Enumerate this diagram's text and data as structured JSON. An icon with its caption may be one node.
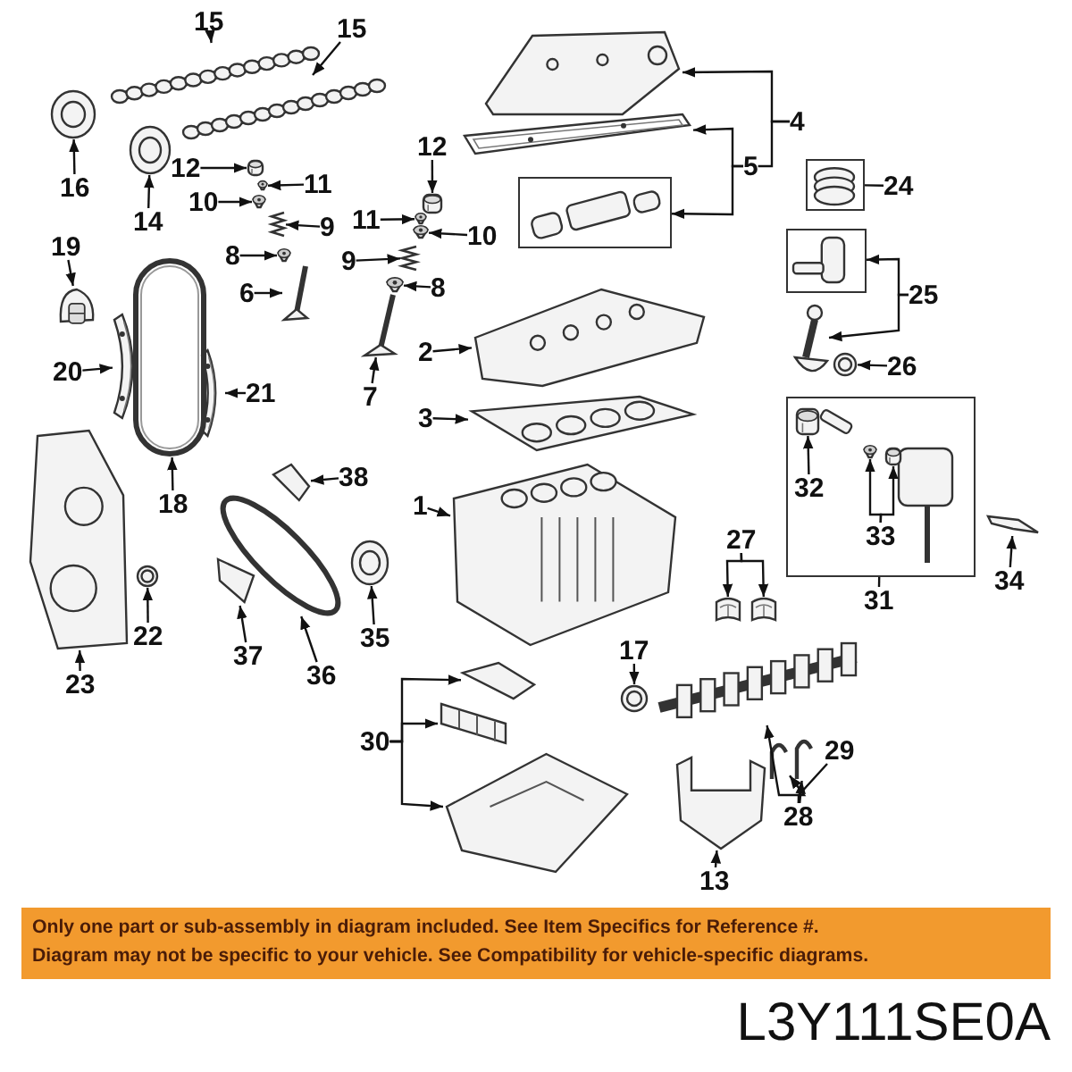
{
  "diagram": {
    "nodes": [
      {
        "text": [
          "15"
        ]
      },
      {
        "text": [],
        "shape": "picture"
      },
      {
        "text": [
          "15"
        ]
      },
      {
        "text": [],
        "shape": "picture"
      },
      {
        "text": [
          "16"
        ]
      },
      {
        "text": [],
        "shape": "picture"
      },
      {
        "text": [
          "14"
        ]
      },
      {
        "text": [],
        "shape": "picture"
      },
      {
        "text": [
          "12"
        ]
      },
      {
        "text": [],
        "shape": "picture"
      },
      {
        "text": [
          "11"
        ]
      },
      {
        "text": [],
        "shape": "picture"
      },
      {
        "text": [
          "10"
        ]
      },
      {
        "text": [],
        "shape": "picture"
      },
      {
        "text": [
          "9"
        ]
      },
      {
        "text": [],
        "shape": "picture"
      },
      {
        "text": [
          "8"
        ]
      },
      {
        "text": [],
        "shape": "picture"
      },
      {
        "text": [
          "6"
        ]
      },
      {
        "text": [],
        "shape": "picture"
      },
      {
        "text": [
          "12"
        ]
      },
      {
        "text": [],
        "shape": "picture"
      },
      {
        "text": [
          "11"
        ]
      },
      {
        "text": [],
        "shape": "picture"
      },
      {
        "text": [
          "10"
        ]
      },
      {
        "text": [],
        "shape": "picture"
      },
      {
        "text": [
          "9"
        ]
      },
      {
        "text": [],
        "shape": "picture"
      },
      {
        "text": [
          "8"
        ]
      },
      {
        "text": [],
        "shape": "picture"
      },
      {
        "text": [
          "7"
        ]
      },
      {
        "text": [],
        "shape": "picture"
      },
      {
        "text": [
          "19"
        ]
      },
      {
        "text": [],
        "shape": "picture"
      },
      {
        "text": [
          "20"
        ]
      },
      {
        "text": [],
        "shape": "picture"
      },
      {
        "text": [
          "21"
        ]
      },
      {
        "text": [],
        "shape": "picture"
      },
      {
        "text": [
          "18"
        ]
      },
      {
        "text": [],
        "shape": "picture"
      },
      {
        "text": [
          "4"
        ]
      },
      {
        "text": [],
        "shape": "picture"
      },
      {
        "text": [
          "5"
        ]
      },
      {
        "text": [],
        "shape": "picture"
      },
      {
        "text": [],
        "shape": "box"
      },
      {
        "text": [
          "24"
        ]
      },
      {
        "text": [],
        "shape": "box"
      },
      {
        "text": [
          "25"
        ]
      },
      {
        "text": [],
        "shape": "box"
      },
      {
        "text": [],
        "shape": "picture"
      },
      {
        "text": [
          "26"
        ]
      },
      {
        "text": [],
        "shape": "picture"
      },
      {
        "text": [
          "2"
        ]
      },
      {
        "text": [],
        "shape": "picture"
      },
      {
        "text": [
          "3"
        ]
      },
      {
        "text": [],
        "shape": "picture"
      },
      {
        "text": [
          "1"
        ]
      },
      {
        "text": [],
        "shape": "picture"
      },
      {
        "text": [
          "38"
        ]
      },
      {
        "text": [],
        "shape": "picture"
      },
      {
        "text": [
          "23"
        ]
      },
      {
        "text": [],
        "shape": "picture"
      },
      {
        "text": [
          "22"
        ]
      },
      {
        "text": [],
        "shape": "picture"
      },
      {
        "text": [
          "37"
        ]
      },
      {
        "text": [],
        "shape": "picture"
      },
      {
        "text": [
          "36"
        ]
      },
      {
        "text": [],
        "shape": "picture"
      },
      {
        "text": [
          "35"
        ]
      },
      {
        "text": [],
        "shape": "picture"
      },
      {
        "text": [],
        "shape": "box"
      },
      {
        "text": [],
        "shape": "picture",
        "in": 70
      },
      {
        "text": [
          "32"
        ],
        "in": 70
      },
      {
        "text": [],
        "shape": "picture",
        "in": 70
      },
      {
        "text": [],
        "shape": "picture",
        "in": 70
      },
      {
        "text": [
          "33"
        ],
        "in": 70
      },
      {
        "text": [
          "31"
        ]
      },
      {
        "text": [
          "34"
        ]
      },
      {
        "text": [],
        "shape": "picture"
      },
      {
        "text": [
          "27"
        ]
      },
      {
        "text": [],
        "shape": "picture"
      },
      {
        "text": [],
        "shape": "picture"
      },
      {
        "text": [
          "30"
        ]
      },
      {
        "text": [],
        "shape": "picture"
      },
      {
        "text": [],
        "shape": "picture"
      },
      {
        "text": [],
        "shape": "picture"
      },
      {
        "text": [
          "17"
        ]
      },
      {
        "text": [],
        "shape": "picture"
      },
      {
        "text": [
          "29"
        ]
      },
      {
        "text": [],
        "shape": "picture"
      },
      {
        "text": [
          "28"
        ]
      },
      {
        "text": [],
        "shape": "picture"
      },
      {
        "text": [],
        "shape": "picture"
      },
      {
        "text": [
          "13"
        ]
      },
      {
        "text": [],
        "shape": "picture"
      }
    ],
    "edges": [
      {
        "from": 0,
        "to": 1,
        "arrow": "to"
      },
      {
        "from": 2,
        "to": 3,
        "arrow": "to"
      },
      {
        "from": 4,
        "to": 5,
        "arrow": "to"
      },
      {
        "from": 6,
        "to": 7,
        "arrow": "to"
      },
      {
        "from": 8,
        "to": 9,
        "arrow": "to"
      },
      {
        "from": 10,
        "to": 11,
        "arrow": "to"
      },
      {
        "from": 12,
        "to": 13,
        "arrow": "to"
      },
      {
        "from": 14,
        "to": 15,
        "arrow": "to"
      },
      {
        "from": 16,
        "to": 17,
        "arrow": "to"
      },
      {
        "from": 18,
        "to": 19,
        "arrow": "to"
      },
      {
        "from": 20,
        "to": 21,
        "arrow": "to"
      },
      {
        "from": 22,
        "to": 23,
        "arrow": "to"
      },
      {
        "from": 24,
        "to": 25,
        "arrow": "to"
      },
      {
        "from": 26,
        "to": 27,
        "arrow": "to"
      },
      {
        "from": 28,
        "to": 29,
        "arrow": "to"
      },
      {
        "from": 30,
        "to": 31,
        "arrow": "to"
      },
      {
        "from": 32,
        "to": 33,
        "arrow": "to"
      },
      {
        "from": 34,
        "to": 35,
        "arrow": "to"
      },
      {
        "from": 36,
        "to": 37,
        "arrow": "to"
      },
      {
        "from": 38,
        "to": 39,
        "arrow": "to"
      },
      {
        "from": 40,
        "to": 41,
        "arrow": "to"
      },
      {
        "from": 42,
        "to": 43,
        "arrow": "to"
      },
      {
        "from": 42,
        "to": 44,
        "arrow": "to"
      },
      {
        "from": 40,
        "to": 42,
        "arrow": "none"
      },
      {
        "from": 45,
        "to": 46,
        "arrow": "none"
      },
      {
        "from": 47,
        "to": 48,
        "arrow": "to"
      },
      {
        "from": 47,
        "to": 49,
        "arrow": "to"
      },
      {
        "from": 50,
        "to": 51,
        "arrow": "to"
      },
      {
        "from": 52,
        "to": 53,
        "arrow": "to"
      },
      {
        "from": 54,
        "to": 55,
        "arrow": "to"
      },
      {
        "from": 56,
        "to": 57,
        "arrow": "to"
      },
      {
        "from": 58,
        "to": 59,
        "arrow": "to"
      },
      {
        "from": 60,
        "to": 61,
        "arrow": "to"
      },
      {
        "from": 62,
        "to": 63,
        "arrow": "to"
      },
      {
        "from": 64,
        "to": 65,
        "arrow": "to"
      },
      {
        "from": 66,
        "to": 67,
        "arrow": "to"
      },
      {
        "from": 68,
        "to": 69,
        "arrow": "to"
      },
      {
        "from": 72,
        "to": 71,
        "arrow": "to"
      },
      {
        "from": 75,
        "to": 73,
        "arrow": "to"
      },
      {
        "from": 75,
        "to": 74,
        "arrow": "to"
      },
      {
        "from": 76,
        "to": 70,
        "arrow": "none"
      },
      {
        "from": 77,
        "to": 78,
        "arrow": "to"
      },
      {
        "from": 79,
        "to": 80,
        "arrow": "to"
      },
      {
        "from": 79,
        "to": 81,
        "arrow": "to"
      },
      {
        "from": 82,
        "to": 83,
        "arrow": "to"
      },
      {
        "from": 82,
        "to": 84,
        "arrow": "to"
      },
      {
        "from": 82,
        "to": 85,
        "arrow": "to"
      },
      {
        "from": 86,
        "to": 87,
        "arrow": "to"
      },
      {
        "from": 88,
        "to": 89,
        "arrow": "to"
      },
      {
        "from": 90,
        "to": 91,
        "arrow": "to"
      },
      {
        "from": 90,
        "to": 92,
        "arrow": "to"
      },
      {
        "from": 93,
        "to": 94,
        "arrow": "to"
      }
    ],
    "labels": [
      "Only one part or sub-assembly in diagram included. See Item Specifics for Reference #.",
      "Diagram may not be specific to your vehicle. See Compatibility for vehicle-specific diagrams.",
      "L3Y111SE0A"
    ]
  }
}
